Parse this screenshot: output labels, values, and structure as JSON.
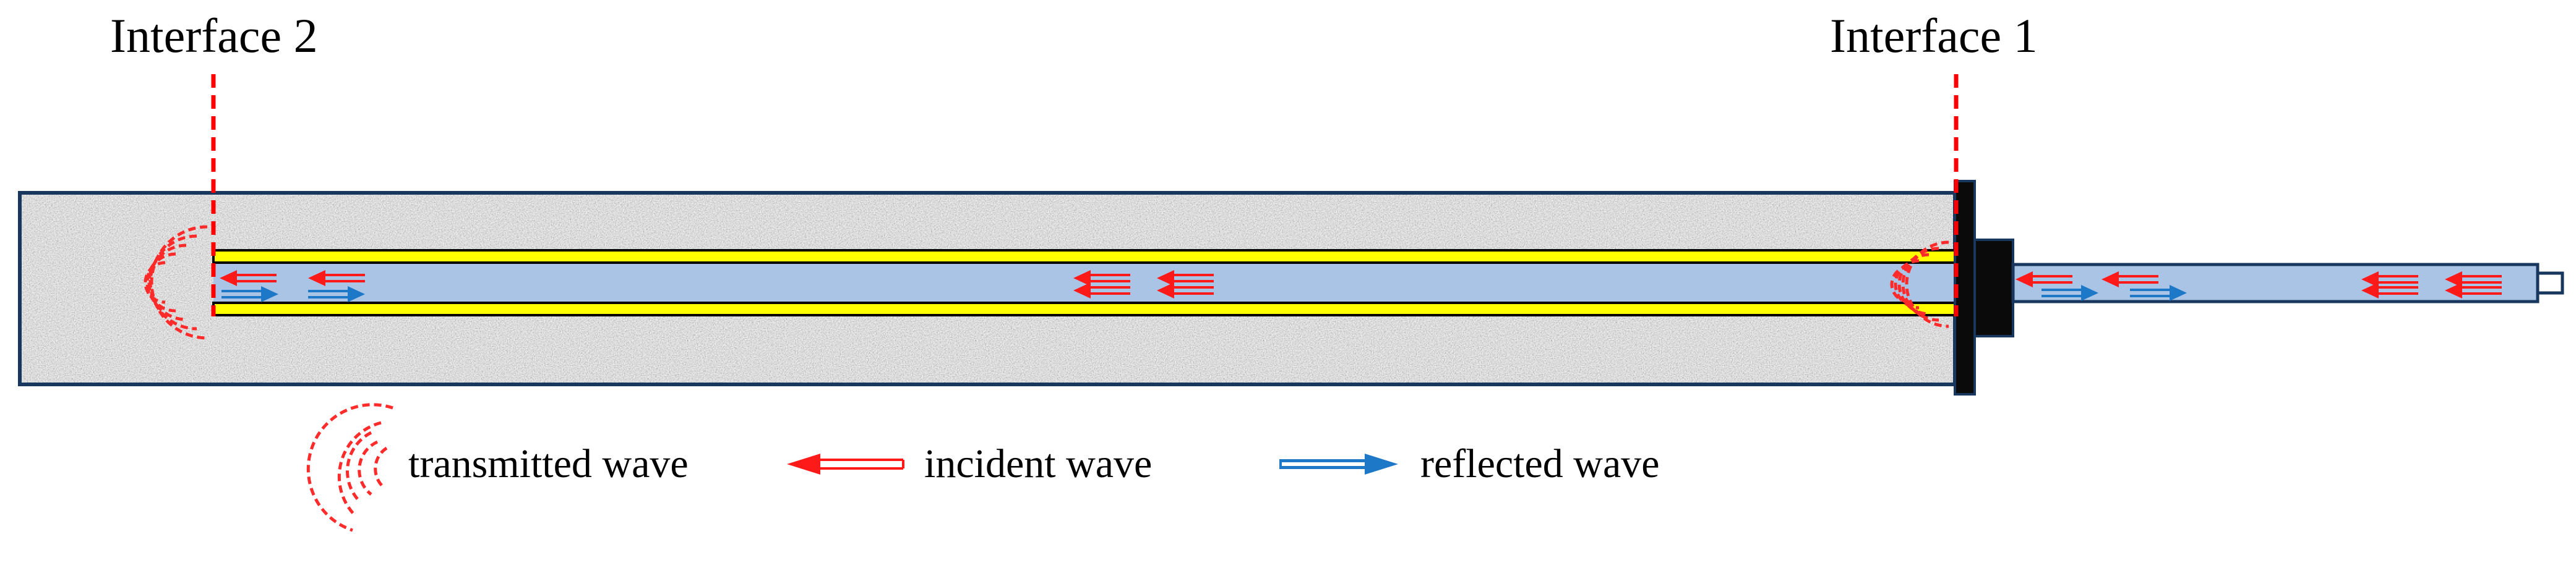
{
  "labels": {
    "interface_1": "Interface 1",
    "interface_2": "Interface 2"
  },
  "legend": {
    "transmitted": "transmitted wave",
    "incident": "incident wave",
    "reflected": "reflected wave"
  },
  "colors": {
    "incident_arrow": "#ff1a1a",
    "reflected_arrow": "#1e78c8",
    "interface_line": "#ff0000",
    "transmitted_arc": "#ff2a2a",
    "host_medium": "#c4c4c4",
    "host_outline": "#17375e",
    "bar_fill": "#aac4e6",
    "bonding_layer": "#ffff00",
    "anchor_plate": "#0a0a0a"
  },
  "icons": [
    "transmitted-wave-icon",
    "incident-arrow-icon",
    "reflected-arrow-icon"
  ]
}
